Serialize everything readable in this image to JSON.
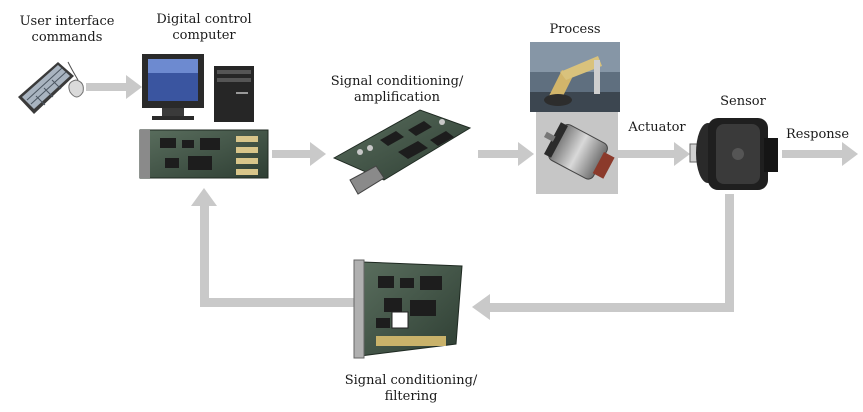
{
  "labels": {
    "user_interface": [
      "User interface",
      "commands"
    ],
    "digital_control": [
      "Digital control",
      "computer"
    ],
    "signal_amp": [
      "Signal conditioning/",
      "amplification"
    ],
    "process": "Process",
    "actuator": "Actuator",
    "sensor": "Sensor",
    "response": "Response",
    "signal_filter": [
      "Signal conditioning/",
      "filtering"
    ]
  },
  "colors": {
    "arrow": "#c9c9c9",
    "board_green": "#3f5a45",
    "dark": "#2b2b2b",
    "metal": "#9a9a9a",
    "screen": "#3a55a0"
  },
  "icons": {
    "keyboard": "keyboard-icon",
    "mouse": "mouse-icon",
    "computer": "desktop-computer-icon",
    "daq_board": "daq-board-icon",
    "amp_board": "circuit-board-icon",
    "robot_arm": "robot-arm-icon",
    "motor": "motor-icon",
    "encoder": "encoder-sensor-icon",
    "filter_card": "pci-card-icon"
  }
}
